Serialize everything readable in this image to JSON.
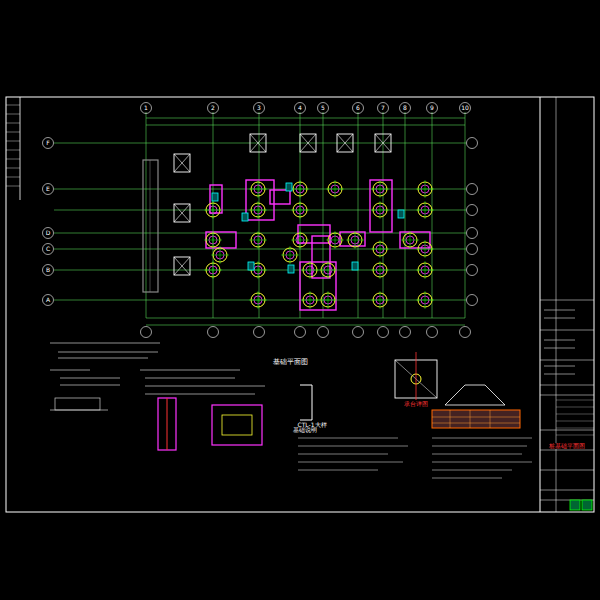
{
  "diagram": {
    "labels": [
      "基础平面图",
      "CTL-1大样",
      "基础说明",
      "承台详图",
      "桩基础平面图",
      "1",
      "2",
      "3",
      "4",
      "5",
      "6",
      "7",
      "8",
      "9",
      "10",
      "F",
      "E",
      "D",
      "C",
      "B",
      "A"
    ]
  }
}
